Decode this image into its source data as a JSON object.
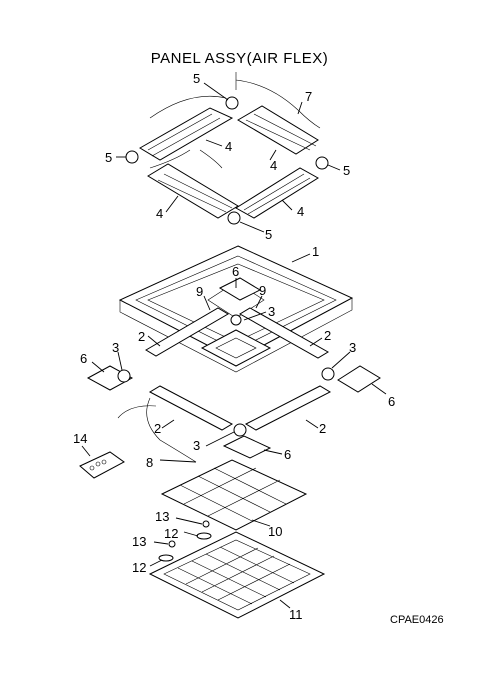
{
  "title": "PANEL ASSY(AIR FLEX)",
  "drawing_code": "CPAE0426",
  "callouts": [
    "1",
    "2",
    "3",
    "4",
    "5",
    "6",
    "7",
    "8",
    "9",
    "10",
    "11",
    "12",
    "13",
    "14"
  ]
}
